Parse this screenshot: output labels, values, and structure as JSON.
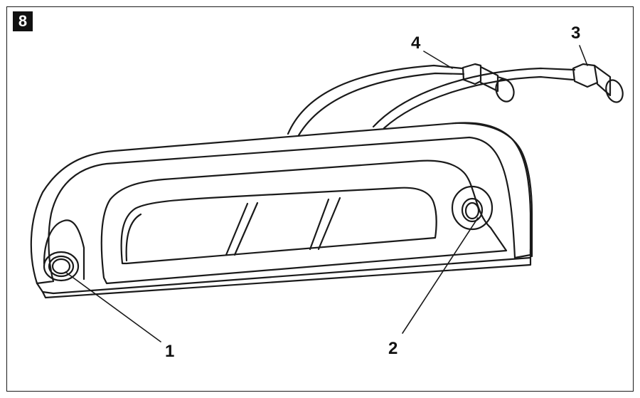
{
  "figure": {
    "number": "8"
  },
  "callouts": [
    {
      "id": "1",
      "label": "1"
    },
    {
      "id": "2",
      "label": "2"
    },
    {
      "id": "3",
      "label": "3"
    },
    {
      "id": "4",
      "label": "4"
    }
  ],
  "colors": {
    "line": "#1a1a1a",
    "background": "#ffffff",
    "badge": "#111111"
  }
}
